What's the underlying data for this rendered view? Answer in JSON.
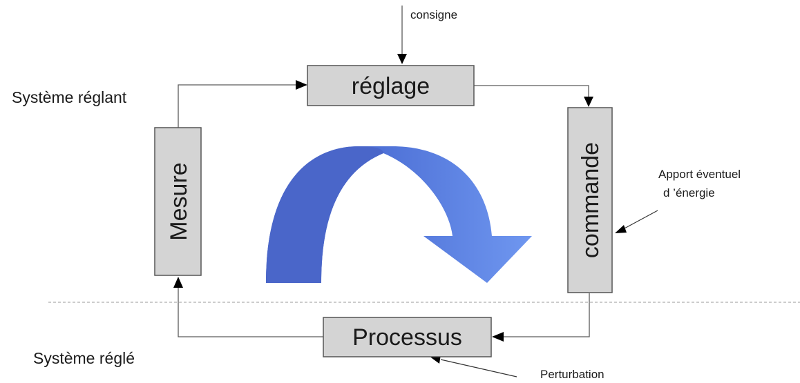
{
  "boxes": {
    "reglage": "réglage",
    "commande": "commande",
    "mesure": "Mesure",
    "processus": "Processus"
  },
  "notes": {
    "consigne": "consigne",
    "systeme_reglant": "Système réglant",
    "systeme_regle": "Système réglé",
    "apport_line1": "Apport éventuel",
    "apport_line2": "d ’énergie",
    "perturbation": "Perturbation"
  },
  "colors": {
    "box_fill": "#d4d4d4",
    "curved_arrow_dark": "#3f5fc4",
    "curved_arrow_light": "#6a92ee"
  }
}
